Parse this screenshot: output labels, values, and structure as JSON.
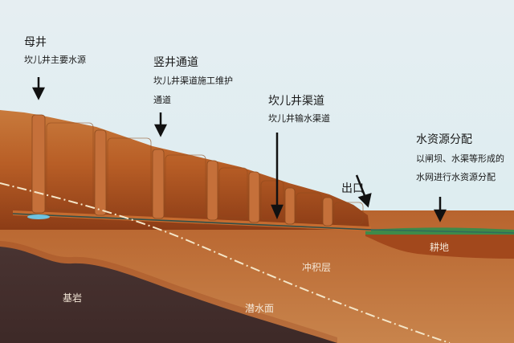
{
  "diagram": {
    "subject": "坎儿井 cross-section",
    "colors": {
      "sky": "#ddeef0",
      "soil_upper": "#c8773a",
      "soil_mid": "#b45a22",
      "soil_deep": "#8a3a14",
      "bedrock": "#2b2e36",
      "channel": "#2f6b6a",
      "farmland_green": "#3f8a4a",
      "water_pool": "#6fc3e0",
      "water_table_line": "#f5e6c8"
    },
    "annotations": [
      {
        "id": "mother-well",
        "title": "母井",
        "desc": [
          "坎儿井主要水源"
        ]
      },
      {
        "id": "vertical-shaft",
        "title": "竖井通道",
        "desc": [
          "坎儿井渠道施工维护",
          "通道"
        ]
      },
      {
        "id": "karez-channel",
        "title": "坎儿井渠道",
        "desc": [
          "坎儿井输水渠道"
        ]
      },
      {
        "id": "outlet",
        "title": "出口",
        "desc": []
      },
      {
        "id": "water-distribution",
        "title": "水资源分配",
        "desc": [
          "以闸坝、水渠等形成的",
          "水网进行水资源分配"
        ]
      }
    ],
    "ground_labels": {
      "farmland": "耕地",
      "alluvial_layer": "冲积层",
      "water_table": "潜水面",
      "bedrock": "基岩"
    }
  }
}
